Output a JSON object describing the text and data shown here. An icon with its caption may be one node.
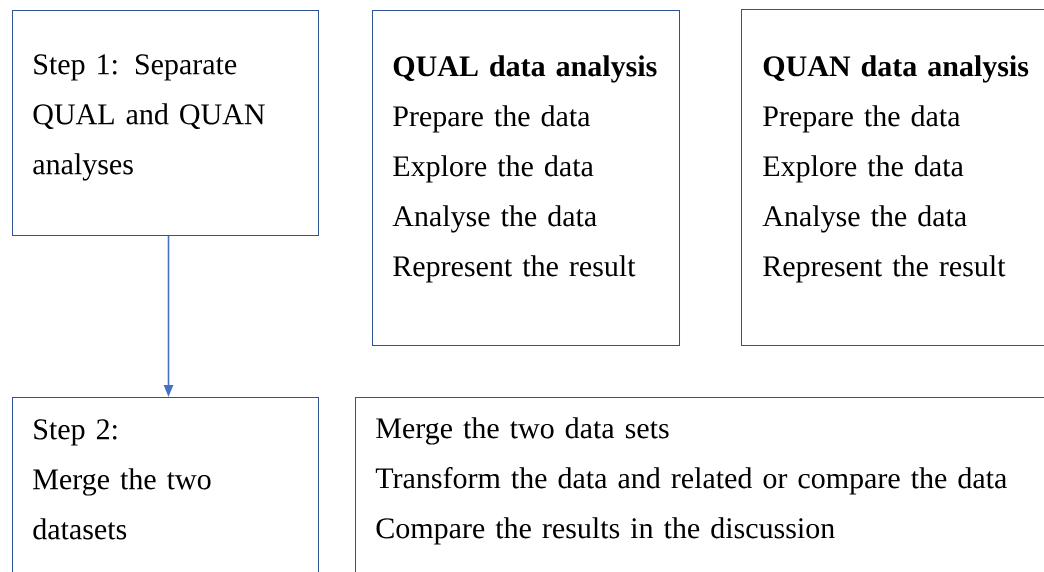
{
  "diagram": {
    "nodes": [
      {
        "text": [
          "Step 1: Separate QUAL and QUAN analyses"
        ]
      },
      {
        "text": [
          "QUAL data analysis",
          "Prepare the data",
          "Explore the data",
          "Analyse the data",
          "Represent the result"
        ]
      },
      {
        "text": [
          "QUAN data analysis",
          "Prepare the data",
          "Explore the data",
          "Analyse the data",
          "Represent the result"
        ]
      },
      {
        "text": [
          "Step 2:",
          "Merge the two datasets"
        ]
      },
      {
        "text": [
          "Merge the two data sets",
          "Transform the data and related or compare the data",
          "Compare the results in the discussion"
        ]
      }
    ],
    "edges": [
      {
        "from": 0,
        "to": 3,
        "arrow": "to",
        "color": "#4472c4"
      }
    ]
  }
}
